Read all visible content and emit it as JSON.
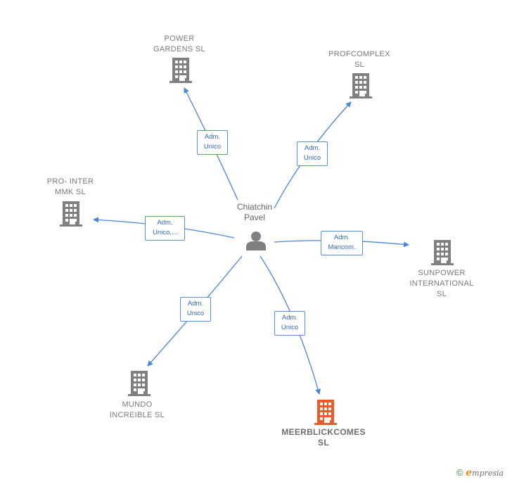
{
  "person": {
    "name": "Chiatchin\nPavel",
    "icon": "person-icon"
  },
  "companies": [
    {
      "id": "power-gardens",
      "name": "POWER\nGARDENS  SL",
      "icon": "building-icon",
      "color": "#808080",
      "role": "Adm.\nUnico"
    },
    {
      "id": "profcomplex",
      "name": "PROFCOMPLEX\nSL",
      "icon": "building-icon",
      "color": "#808080",
      "role": "Adm.\nUnico"
    },
    {
      "id": "pro-inter-mmk",
      "name": "PRO- INTER\nMMK  SL",
      "icon": "building-icon",
      "color": "#808080",
      "role": "Adm.\nUnico,..."
    },
    {
      "id": "sunpower-international",
      "name": "SUNPOWER\nINTERNATIONAL\nSL",
      "icon": "building-icon",
      "color": "#808080",
      "role": "Adm.\nMancom."
    },
    {
      "id": "mundo-increible",
      "name": "MUNDO\nINCREIBLE  SL",
      "icon": "building-icon",
      "color": "#808080",
      "role": "Adm.\nUnico"
    },
    {
      "id": "meerblickcomes",
      "name": "MEERBLICKCOMES\nSL",
      "icon": "building-icon",
      "color": "#f05a28",
      "role": "Adm.\nUnico",
      "highlighted": true
    }
  ],
  "edge_color": "#4a86d8",
  "footer": {
    "copyright_symbol": "©",
    "brand_initial": "e",
    "brand_rest": "mpresia"
  }
}
